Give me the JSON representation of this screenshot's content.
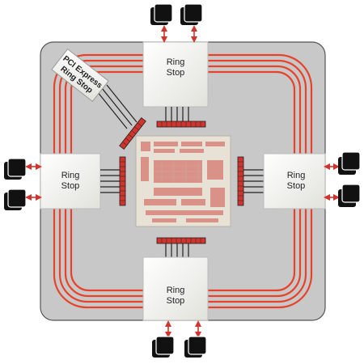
{
  "diagram": {
    "ring_stops": {
      "top": {
        "label_line1": "Ring",
        "label_line2": "Stop"
      },
      "left": {
        "label_line1": "Ring",
        "label_line2": "Stop"
      },
      "right": {
        "label_line1": "Ring",
        "label_line2": "Stop"
      },
      "bottom": {
        "label_line1": "Ring",
        "label_line2": "Stop"
      }
    },
    "pci_express": {
      "label_line1": "PCI Express",
      "label_line2": "Ring Stop"
    },
    "colors": {
      "background": "#ffffff",
      "die": "#c8c8c8",
      "die_border": "#555555",
      "ring": "#e8432a",
      "ring_stop_fill": "#f2f2ee",
      "bus_red": "#d0342c",
      "memory_chip": "#111111",
      "center_chip": "#e8e2d6"
    },
    "icons": {
      "memory_chip": "memory-chip-icon",
      "arrow": "double-arrow-icon"
    }
  }
}
